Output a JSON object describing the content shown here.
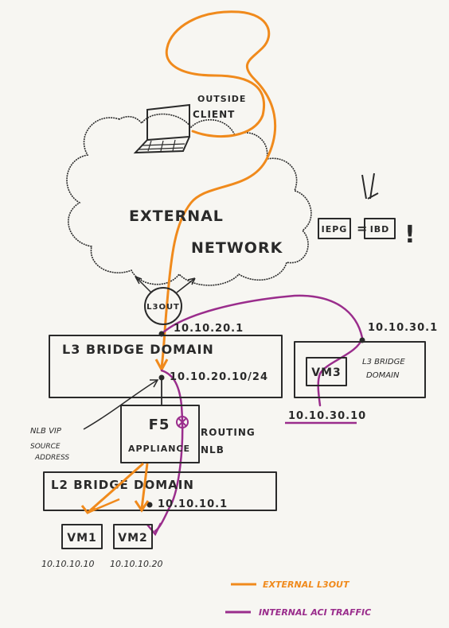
{
  "client": {
    "line1": "OUTSIDE",
    "line2": "CLIENT"
  },
  "cloud": {
    "line1": "EXTERNAL",
    "line2": "NETWORK"
  },
  "note": {
    "left": "IEPG",
    "eq": "=",
    "right": "IBD",
    "bang": "!"
  },
  "l3out": "L3OUT",
  "l3bd": {
    "label": "L3 BRIDGE DOMAIN",
    "gateway": "10.10.20.1",
    "f5_ip": "10.10.20.10/24"
  },
  "l3bd2": {
    "gateway": "10.10.30.1",
    "vm": "VM3",
    "label_line1": "L3 BRIDGE",
    "label_line2": "DOMAIN",
    "vm_ip": "10.10.30.10"
  },
  "f5": {
    "line1": "F5",
    "line2": "APPLIANCE"
  },
  "left_note": {
    "line1": "NLB VIP",
    "line2": "SOURCE",
    "line3": "ADDRESS"
  },
  "right_note": {
    "line1": "ROUTING",
    "line2": "NLB"
  },
  "l2bd": {
    "label": "L2 BRIDGE DOMAIN",
    "gateway": "10.10.10.1"
  },
  "vms": [
    {
      "name": "VM1",
      "ip": "10.10.10.10"
    },
    {
      "name": "VM2",
      "ip": "10.10.10.20"
    }
  ],
  "legend": [
    {
      "label": "EXTERNAL L3OUT",
      "color": "#f08a1c"
    },
    {
      "label": "INTERNAL ACI TRAFFIC",
      "color": "#9a2d8c"
    }
  ],
  "colors": {
    "orange": "#f08a1c",
    "purple": "#9a2d8c",
    "ink": "#2a2a2a"
  }
}
